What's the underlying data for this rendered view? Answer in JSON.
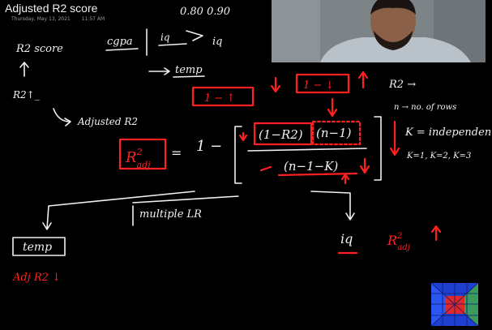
{
  "header": {
    "title": "Adjusted R2 score",
    "date": "Thursday, May 13, 2021",
    "time": "11:57 AM"
  },
  "notes": {
    "scores_top": "0.80  0.90",
    "r2_score": "R2 score",
    "r2_up": "R2↑_",
    "adjusted_r2": "Adjusted R2",
    "cgpa": "cgpa",
    "iq_top": "iq",
    "temp_top": "temp",
    "one_minus_up": "1 − ↑",
    "one_minus_down": "1 − ↓",
    "r2_arrow": "R2 →",
    "n_def": "n → no. of rows",
    "k_def": "K = independent",
    "k_values": "K=1, K=2, K=3",
    "formula_lhs_r": "R",
    "formula_lhs_sup": "2",
    "formula_lhs_sub": "adj",
    "formula_equals": "=",
    "formula_one": "1 −",
    "numerator_a": "(1−R2)",
    "numerator_b": "(n−1)",
    "denominator": "(n−1−K)",
    "multiple_lr": "multiple LR",
    "temp_bottom": "temp",
    "iq_bottom": "iq",
    "r2adj_up_r": "R",
    "r2adj_up_sup": "2",
    "r2adj_up_sub": "adj",
    "adj_r2_down": "Adj R2 ↓"
  },
  "colors": {
    "ink_white": "#f1f1f1",
    "ink_red": "#ff2020",
    "background": "#000000"
  }
}
